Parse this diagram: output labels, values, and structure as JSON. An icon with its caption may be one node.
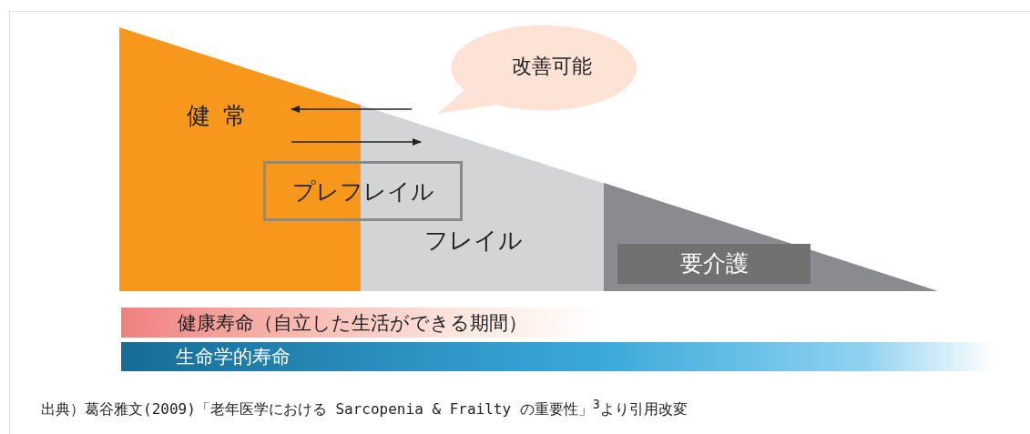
{
  "diagram": {
    "caption": "出典）葛谷雅文(2009)「老年医学における Sarcopenia & Frailty の重要性」$^{3}$より引用改変",
    "nodes": [
      {
        "text": [
          "健常"
        ]
      },
      {
        "text": [
          "フレイル"
        ]
      },
      {
        "text": [
          "プレフレイル"
        ]
      },
      {
        "text": [
          "要介護"
        ]
      },
      {
        "text": [
          "改善可能"
        ]
      },
      {
        "text": [
          "健康寿命（自立した生活ができる期間）"
        ]
      },
      {
        "text": [
          "生命学的寿命"
        ]
      }
    ],
    "edges": [
      {
        "from": 1,
        "to": 0,
        "arrow": "to"
      },
      {
        "from": 0,
        "to": 1,
        "arrow": "to"
      }
    ]
  }
}
